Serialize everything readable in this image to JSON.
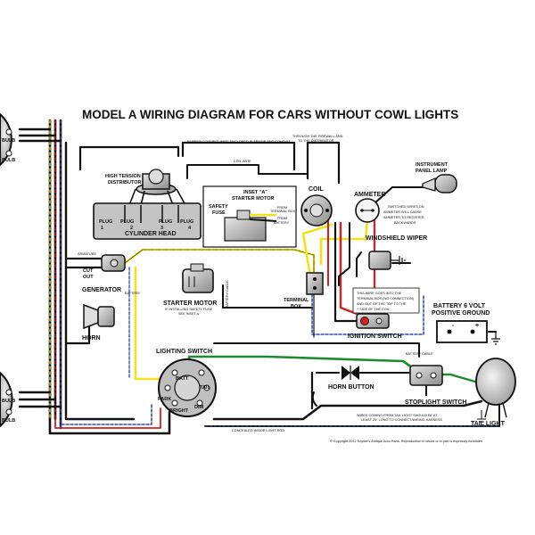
{
  "title": "MODEL A WIRING DIAGRAM FOR CARS WITHOUT COWL LIGHTS",
  "labels": {
    "bulb": "BULB",
    "high_tension_distributor_1": "HIGH TENSION",
    "high_tension_distributor_2": "DISTRIBUTOR",
    "plug": "PLUG",
    "plug_1": "1",
    "plug_2": "2",
    "plug_3": "3",
    "plug_4": "4",
    "cylinder_head": "CYLINDER HEAD",
    "rubber_covered_wire": "RUBBER COVERED WIRE ENCLOSED IN ARMOR AND CONDUIT",
    "through_firewall_1": "THROUGH THE FIREWALL AND",
    "through_firewall_2": "TO THE DISTRIBUTOR",
    "coil_wire": "COIL WIRE",
    "inset_a": "INSET \"A\"",
    "starter_motor_inset": "STARTER MOTOR",
    "safety_fuse_1": "SAFETY",
    "safety_fuse_2": "FUSE",
    "from_terminal_box_1": "FROM",
    "from_terminal_box_2": "TERMINAL BOX",
    "from_battery_1": "FROM",
    "from_battery_2": "BATTERY",
    "coil": "COIL",
    "ammeter": "AMMETER",
    "instrument_panel_lamp_1": "INSTRUMENT",
    "instrument_panel_lamp_2": "PANEL LAMP",
    "switched_wires_1": "SWITCHED WIRES ON",
    "switched_wires_2": "AMMETER WILL CAUSE",
    "switched_wires_3": "AMMETER TO REGISTER",
    "switched_wires_4": "BACKWARDS",
    "armature": "ARMATURE",
    "cut_out_1": "CUT",
    "cut_out_2": "OUT",
    "generator": "GENERATOR",
    "battery_small": "BATTERY",
    "windshield_wiper": "WINDSHIELD WIPER",
    "starter_motor": "STARTER MOTOR",
    "starter_note_1": "IF INSTALLING SAFETY FUSE",
    "starter_note_2": "SEE INSET A",
    "battery_cable_vert": "BATTERY CABLE",
    "terminal_box_1": "TERMINAL",
    "terminal_box_2": "BOX",
    "wire_note_1": "THIS WIRE GOES INTO THE",
    "wire_note_2": "TERMINAL BOX (NO CONNECTION)",
    "wire_note_3": "AND OUT OF THE TOP TO THE",
    "wire_note_4": "+ SIDE OF THE COIL",
    "horn": "HORN",
    "battery_6_volt_1": "BATTERY 6 VOLT",
    "battery_6_volt_2": "POSITIVE GROUND",
    "ignition_switch": "IGNITION SWITCH",
    "lighting_switch": "LIGHTING SWITCH",
    "battery_cable": "BATTERY CABLE",
    "horn_button": "HORN BUTTON",
    "batt": "BATT",
    "tail": "TAIL",
    "park": "PARK",
    "bright": "BRIGHT",
    "dim": "DIM",
    "stoplight_switch": "STOPLIGHT SWITCH",
    "tail_light": "TAIL LIGHT",
    "tail_wires_1": "WIRES COMING FROM TAIL LIGHT SHOULD BE AT",
    "tail_wires_2": "LEAST 25\" LONG TO CONNECT WIRING HARNESS",
    "concealed_wire": "CONCEALED INSIDE LIGHT ROD",
    "copyright": "© Copyright 2012 Snyder's Antique Auto Parts. Reproduction in whole or in part is expressly forbidden."
  },
  "colors": {
    "black_wire": "#111111",
    "yellow_wire": "#f2e21a",
    "red_wire": "#d81e1e",
    "green_wire": "#1e8c2e",
    "blue_tracer": "#3a4fa8",
    "component_grey": "#bfbfbf",
    "inset_fill": "#ffffff"
  }
}
